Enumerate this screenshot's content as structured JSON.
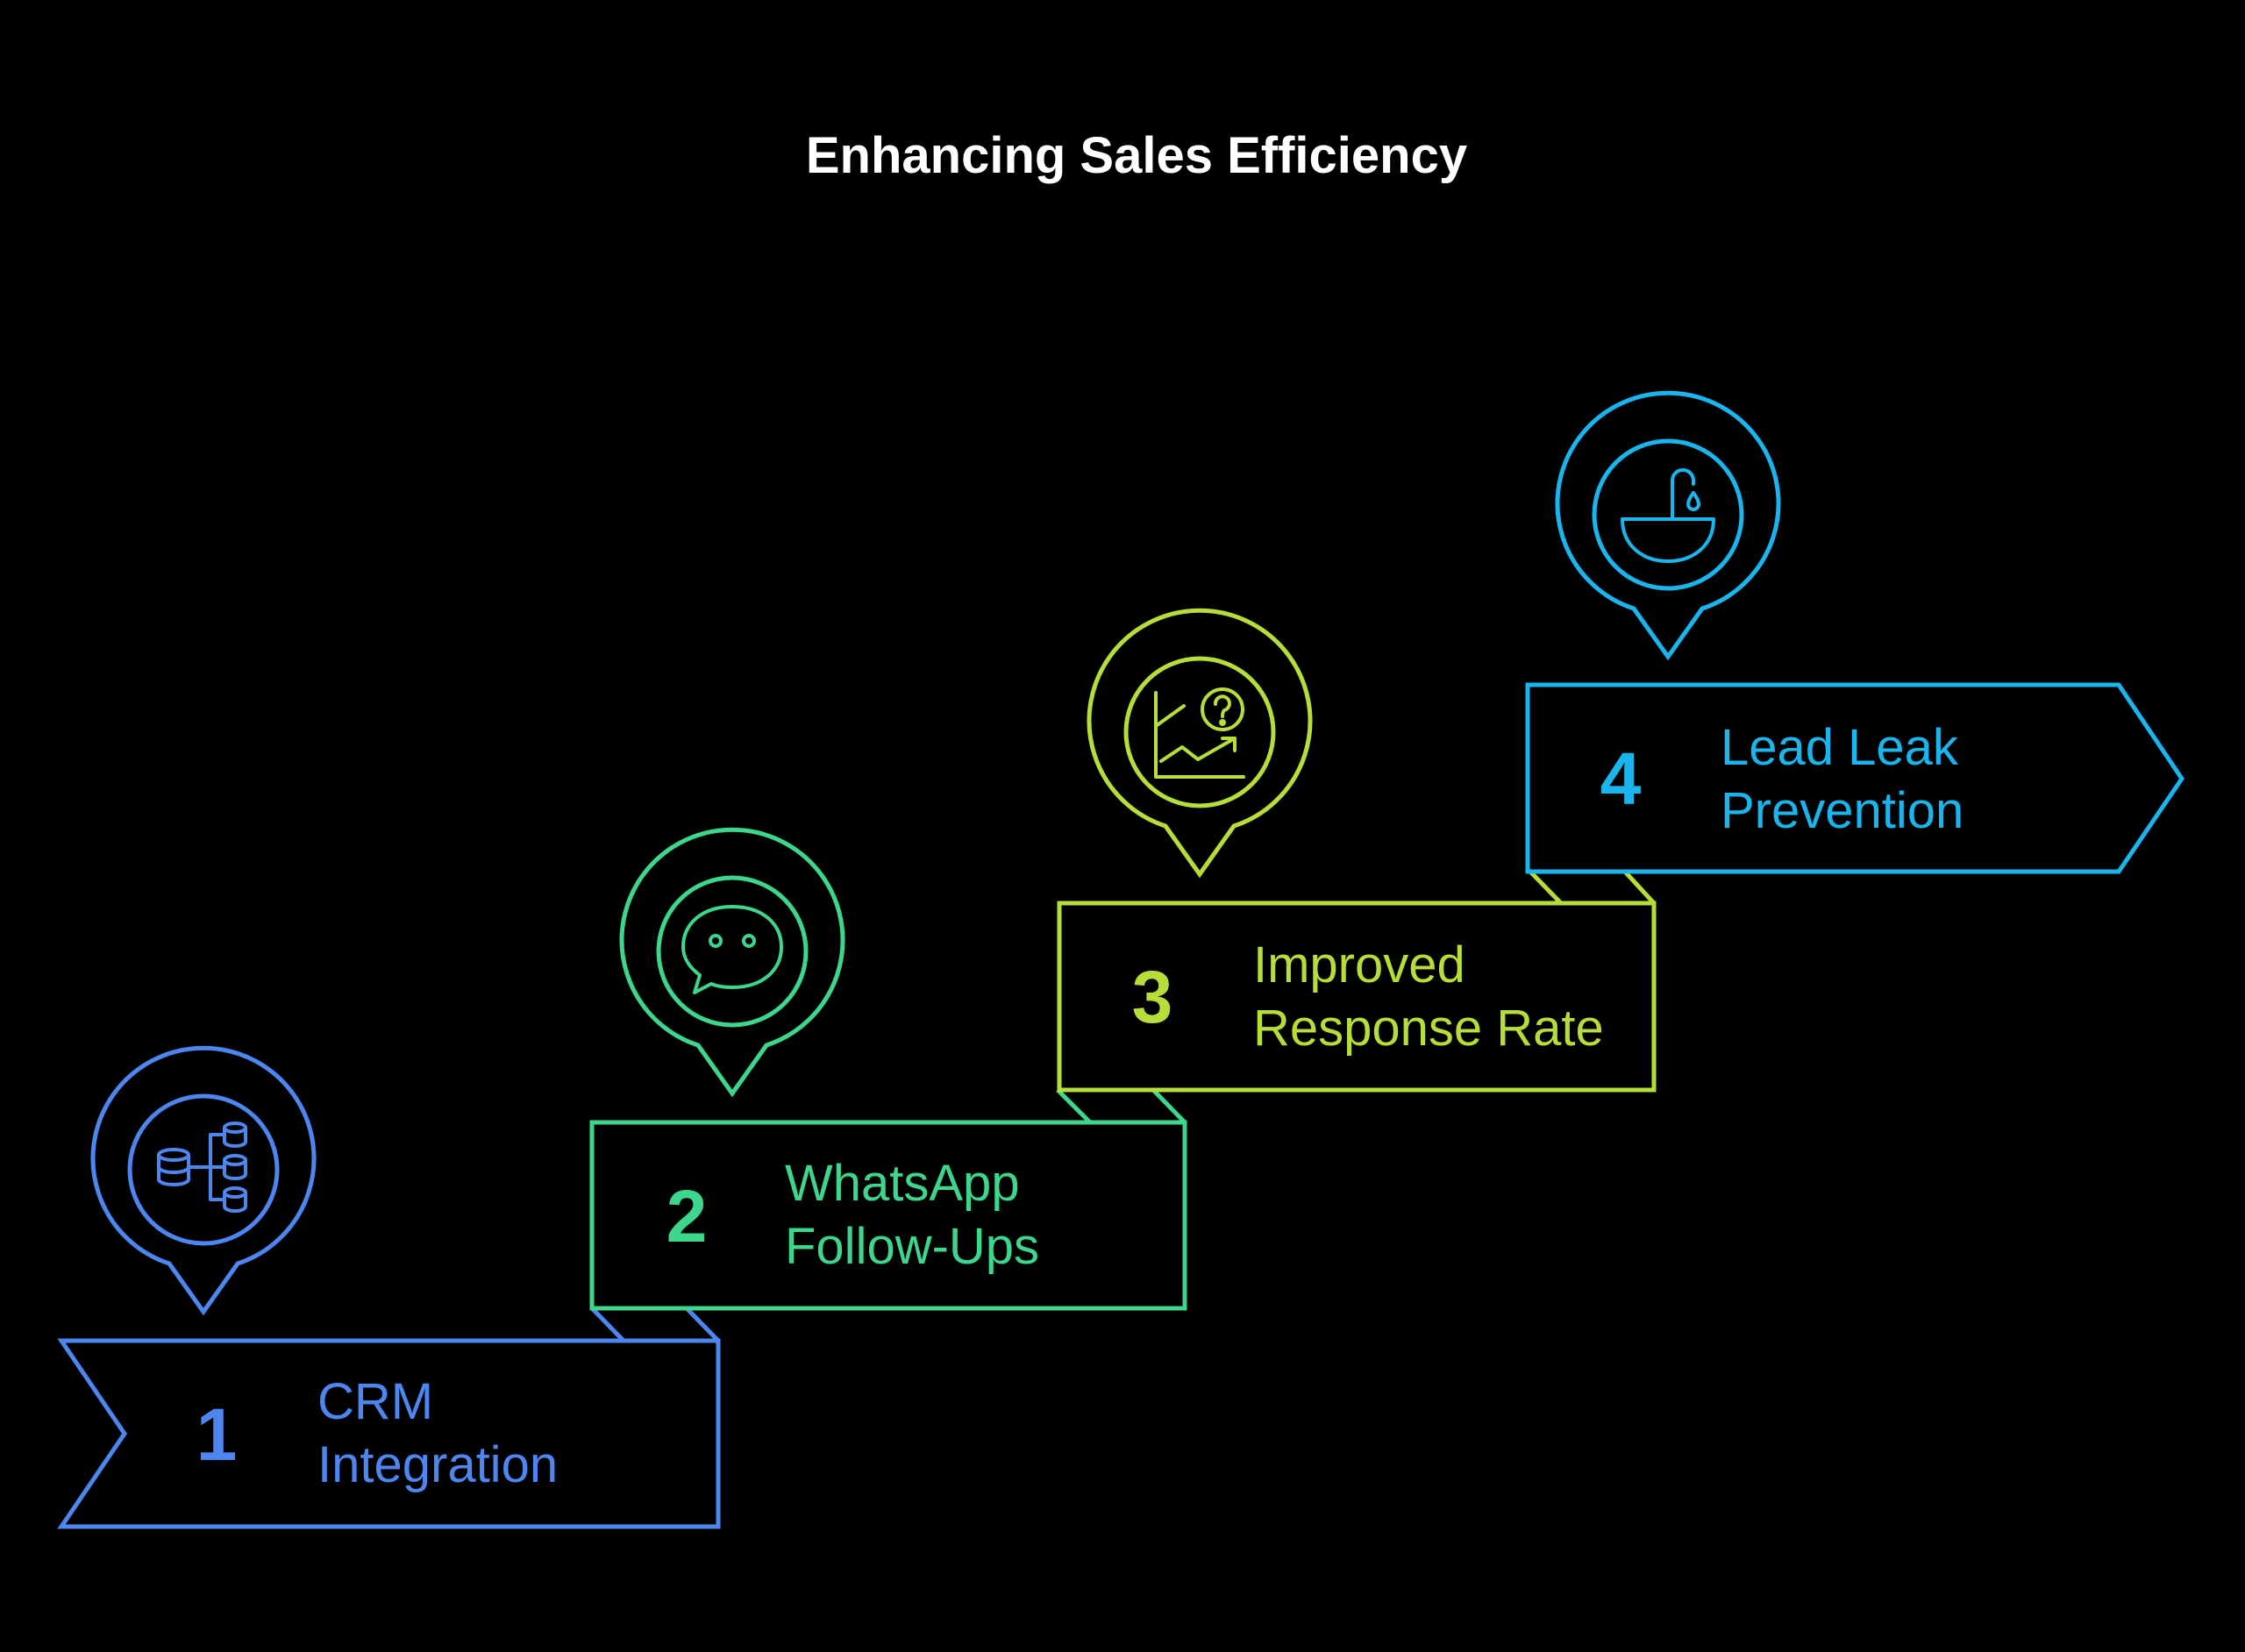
{
  "title": "Enhancing Sales Efficiency",
  "steps": [
    {
      "number": "1",
      "line1": "CRM",
      "line2": "Integration",
      "color": "#4E86F0",
      "icon": "database-hierarchy-icon"
    },
    {
      "number": "2",
      "line1": "WhatsApp",
      "line2": "Follow-Ups",
      "color": "#3DD68C",
      "icon": "chat-bubble-icon"
    },
    {
      "number": "3",
      "line1": "Improved",
      "line2": "Response Rate",
      "color": "#B6DD3A",
      "icon": "chart-question-icon"
    },
    {
      "number": "4",
      "line1": "Lead Leak",
      "line2": "Prevention",
      "color": "#1BB5EE",
      "icon": "sink-faucet-icon"
    }
  ]
}
